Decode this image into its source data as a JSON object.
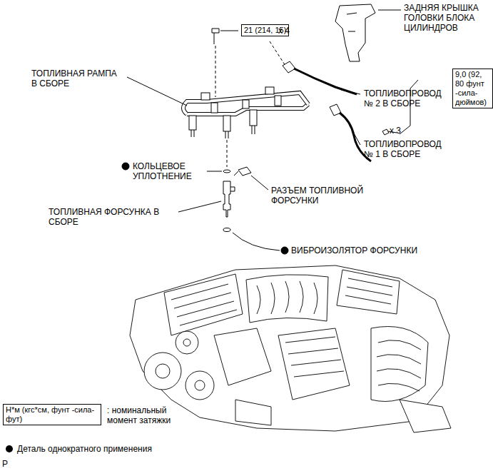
{
  "diagram": {
    "nodes": [
      {
        "text": [
          "21 (214, 15)"
        ]
      },
      {
        "text": [
          "9,0 (92, 80 фунт -сила-дюймов)"
        ]
      },
      {
        "text": [
          "Н*м (кгс*см, фунт -сила-фут)"
        ]
      }
    ],
    "labels": [
      "ЗАДНЯЯ КРЫШКА ГОЛОВКИ БЛОКА ЦИЛИНДРОВ",
      "x 4",
      "ТОПЛИВНАЯ РАМПА В СБОРЕ",
      "ТОПЛИВОПРОВОД № 2 В СБОРЕ",
      "x 3",
      "ТОПЛИВОПРОВОД № 1 В СБОРЕ",
      "КОЛЬЦЕВОЕ УПЛОТНЕНИЕ",
      "РАЗЪЕМ ТОПЛИВНОЙ ФОРСУНКИ",
      "ТОПЛИВНАЯ ФОРСУНКА В СБОРЕ",
      "ВИБРОИЗОЛЯТОР ФОРСУНКИ",
      "P"
    ],
    "legend": [
      {
        "text": ": номинальный момент затяжки"
      },
      {
        "text": "Деталь однократного применения",
        "color": "#000000"
      }
    ]
  }
}
